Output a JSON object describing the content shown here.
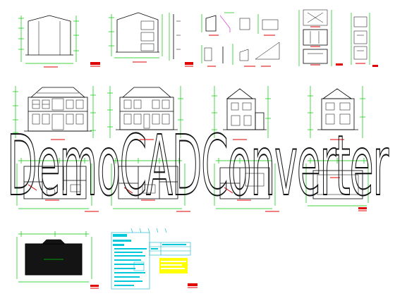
{
  "watermark": {
    "text": "DemoCADConverter"
  },
  "sheets": {
    "row1": [
      "elevation-detail-1",
      "section-detail-1",
      "node-details",
      "floor-plan-stack-1",
      "floor-plan-stack-2"
    ],
    "row2": [
      "front-elevation",
      "rear-elevation",
      "side-elevation-left",
      "side-elevation-right"
    ],
    "row3": [
      "first-floor-plan",
      "second-floor-plan",
      "third-floor-plan",
      "roof-frame-plan"
    ],
    "row4": [
      "roof-plan",
      "design-notes-table"
    ]
  },
  "colors": {
    "background": "#ffffff",
    "dimension": "#00c800",
    "linework": "#000000",
    "title_mark": "#e00000",
    "table_cyan": "#00c8d8",
    "table_yellow": "#ffff00"
  },
  "icons": [
    "cad-drawing-icon"
  ]
}
